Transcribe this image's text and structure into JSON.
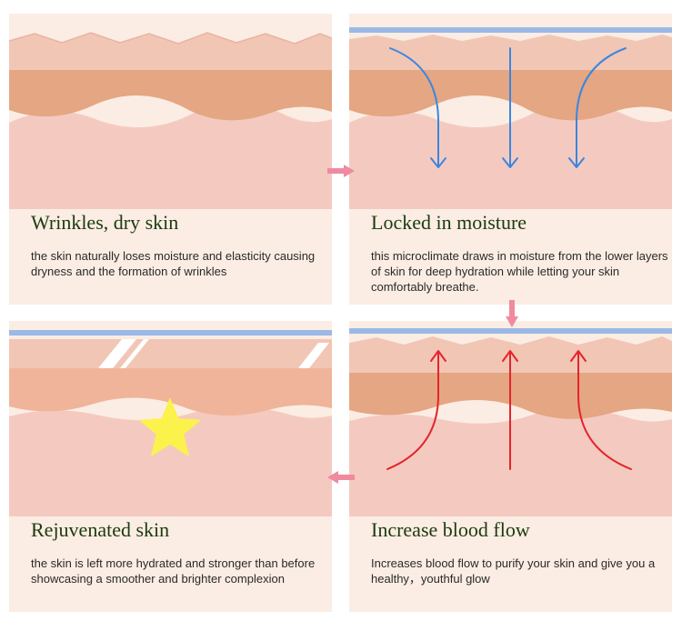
{
  "panels": [
    {
      "title": "Wrinkles, dry skin",
      "description": "the skin naturally loses moisture and elasticity causing dryness and the formation of wrinkles"
    },
    {
      "title": "Locked in moisture",
      "description": "this microclimate draws in moisture from the lower layers of skin for deep hydration while letting your skin comfortably breathe."
    },
    {
      "title": "Rejuvenated skin",
      "description": "the skin is left more hydrated and stronger than before showcasing a smoother and brighter complexion"
    },
    {
      "title": "Increase blood flow",
      "description": "Increases blood flow to purify your skin and give you a healthy，youthful glow"
    }
  ],
  "colors": {
    "panel_bg": "#fbede3",
    "epidermis": "#f2c6b5",
    "dermis_band": "#e4a683",
    "deep_layer": "#f4cac0",
    "film": "#9ab9e6",
    "moisture_arrow": "#3a86e0",
    "blood_arrow": "#e5242c",
    "flow_arrow": "#f08aa0",
    "star": "#fbf24c"
  }
}
